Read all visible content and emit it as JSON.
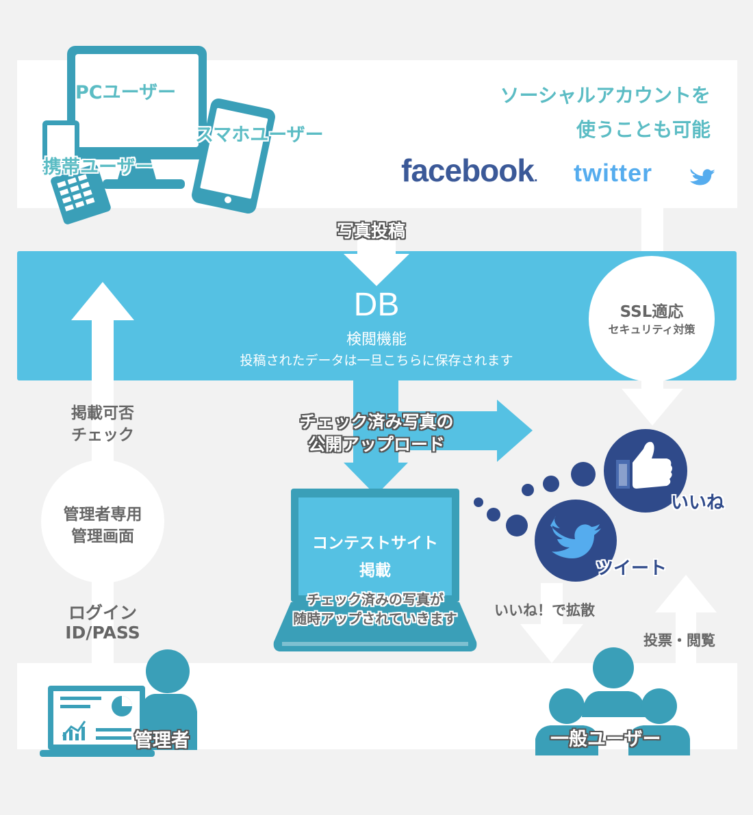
{
  "top": {
    "pc_user": "PCユーザー",
    "smartphone_user": "スマホユーザー",
    "mobile_user": "携帯ユーザー",
    "social_line1": "ソーシャルアカウントを",
    "social_line2": "使うことも可能",
    "facebook": "facebook",
    "facebook_dot": ".",
    "twitter": "twitter"
  },
  "flow": {
    "photo_post": "写真投稿"
  },
  "db": {
    "title": "DB",
    "subtitle": "検閲機能",
    "note": "投稿されたデータは一旦こちらに保存されます"
  },
  "ssl": {
    "title": "SSL適応",
    "subtitle": "セキュリティ対策"
  },
  "left": {
    "check_line1": "掲載可否",
    "check_line2": "チェック",
    "admin_screen_line1": "管理者専用",
    "admin_screen_line2": "管理画面",
    "login_line1": "ログイン",
    "login_line2": "ID/PASS"
  },
  "middle": {
    "upload_line1": "チェック済み写真の",
    "upload_line2": "公開アップロード",
    "site_title": "コンテストサイト",
    "site_sub": "掲載",
    "site_note_line1": "チェック済みの写真が",
    "site_note_line2": "随時アップされていきます"
  },
  "right": {
    "like": "いいね",
    "tweet": "ツイート",
    "spread": "いいね！で拡散",
    "vote": "投票・閲覧"
  },
  "bottom": {
    "admin": "管理者",
    "general_user": "一般ユーザー"
  },
  "colors": {
    "band_blue": "#55c1e3",
    "icon_teal": "#3a9fb8",
    "text_teal": "#5bbcc4",
    "facebook_navy": "#3b5998",
    "twitter_blue": "#55acee",
    "circle_navy": "#2f4a8a"
  }
}
